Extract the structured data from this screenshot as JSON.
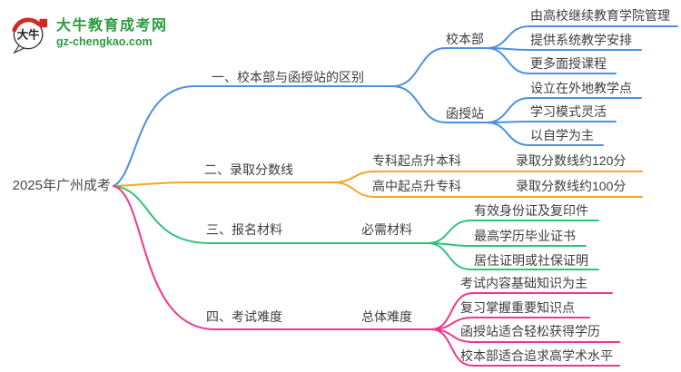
{
  "logo": {
    "site_name": "大牛教育成考网",
    "site_url": "gz-chengkao.com",
    "icon_text": "大牛",
    "colors": {
      "brand_green": "#2a9d3f",
      "seal_red": "#cf2b24"
    }
  },
  "colors": {
    "background": "#ffffff",
    "text": "#3e3e3e"
  },
  "mindmap": {
    "root": {
      "label": "2025年广州成考"
    },
    "branches": [
      {
        "label": "一、校本部与函授站的区别",
        "color": "#4a91e2",
        "children": [
          {
            "label": "校本部",
            "children": [
              {
                "label": "由高校继续教育学院管理"
              },
              {
                "label": "提供系统教学安排"
              },
              {
                "label": "更多面授课程"
              }
            ]
          },
          {
            "label": "函授站",
            "children": [
              {
                "label": "设立在外地教学点"
              },
              {
                "label": "学习模式灵活"
              },
              {
                "label": "以自学为主"
              }
            ]
          }
        ]
      },
      {
        "label": "二、录取分数线",
        "color": "#f5a623",
        "children": [
          {
            "label": "专科起点升本科",
            "children": [
              {
                "label": "录取分数线约120分"
              }
            ]
          },
          {
            "label": "高中起点升专科",
            "children": [
              {
                "label": "录取分数线约100分"
              }
            ]
          }
        ]
      },
      {
        "label": "三、报名材料",
        "color": "#2fc27d",
        "children": [
          {
            "label": "必需材料",
            "children": [
              {
                "label": "有效身份证及复印件"
              },
              {
                "label": "最高学历毕业证书"
              },
              {
                "label": "居住证明或社保证明"
              }
            ]
          }
        ]
      },
      {
        "label": "四、考试难度",
        "color": "#f0368f",
        "children": [
          {
            "label": "总体难度",
            "children": [
              {
                "label": "考试内容基础知识为主"
              },
              {
                "label": "复习掌握重要知识点"
              },
              {
                "label": "函授站适合轻松获得学历"
              },
              {
                "label": "校本部适合追求高学术水平"
              }
            ]
          }
        ]
      }
    ]
  }
}
